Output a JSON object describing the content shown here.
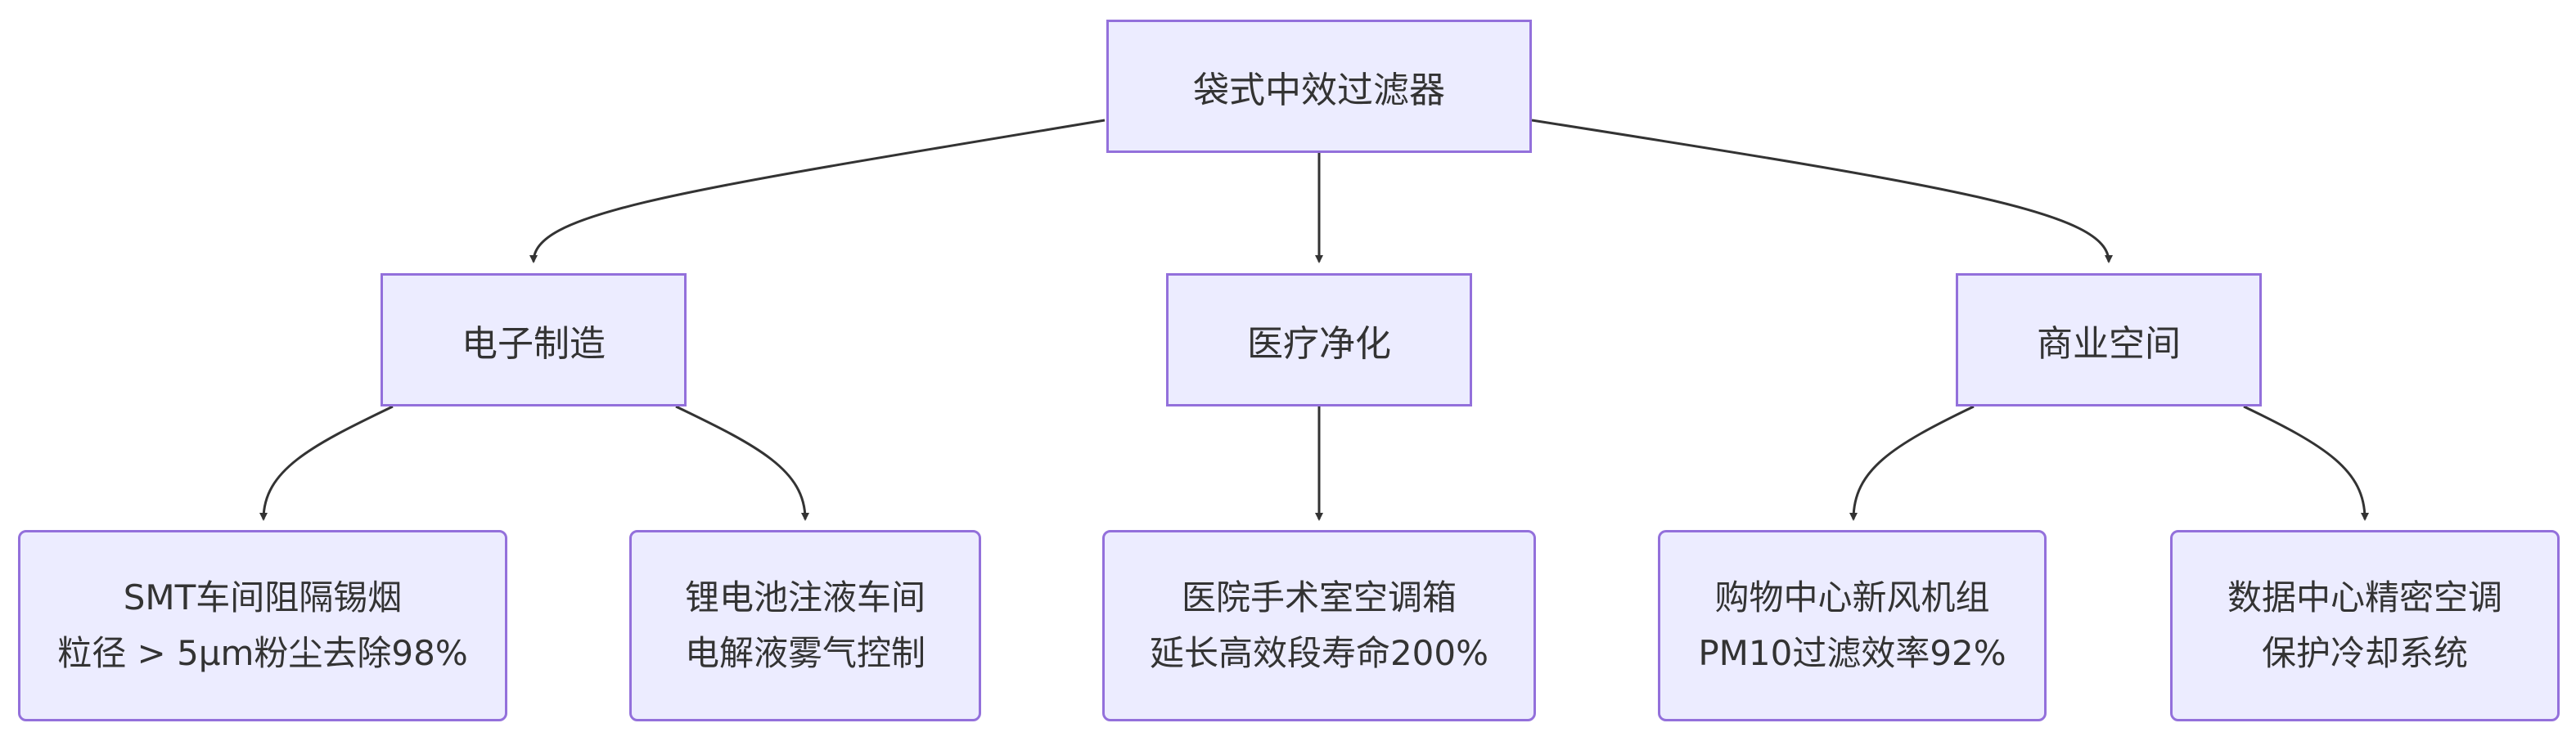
{
  "colors": {
    "node_fill": "#ececff",
    "node_border": "#9370db",
    "edge": "#333333",
    "text": "#333333"
  },
  "nodes": {
    "root": {
      "label": "袋式中效过滤器"
    },
    "electronics": {
      "label": "电子制造"
    },
    "medical": {
      "label": "医疗净化"
    },
    "commercial": {
      "label": "商业空间"
    },
    "smt": {
      "line1": "SMT车间阻隔锡烟",
      "line2": "粒径 > 5μm粉尘去除98%"
    },
    "lithium": {
      "line1": "锂电池注液车间",
      "line2": "电解液雾气控制"
    },
    "hospital": {
      "line1": "医院手术室空调箱",
      "line2": "延长高效段寿命200%"
    },
    "mall": {
      "line1": "购物中心新风机组",
      "line2": "PM10过滤效率92%"
    },
    "datacenter": {
      "line1": "数据中心精密空调",
      "line2": "保护冷却系统"
    }
  },
  "edges": [
    {
      "from": "root",
      "to": "electronics"
    },
    {
      "from": "root",
      "to": "medical"
    },
    {
      "from": "root",
      "to": "commercial"
    },
    {
      "from": "electronics",
      "to": "smt"
    },
    {
      "from": "electronics",
      "to": "lithium"
    },
    {
      "from": "medical",
      "to": "hospital"
    },
    {
      "from": "commercial",
      "to": "mall"
    },
    {
      "from": "commercial",
      "to": "datacenter"
    }
  ]
}
